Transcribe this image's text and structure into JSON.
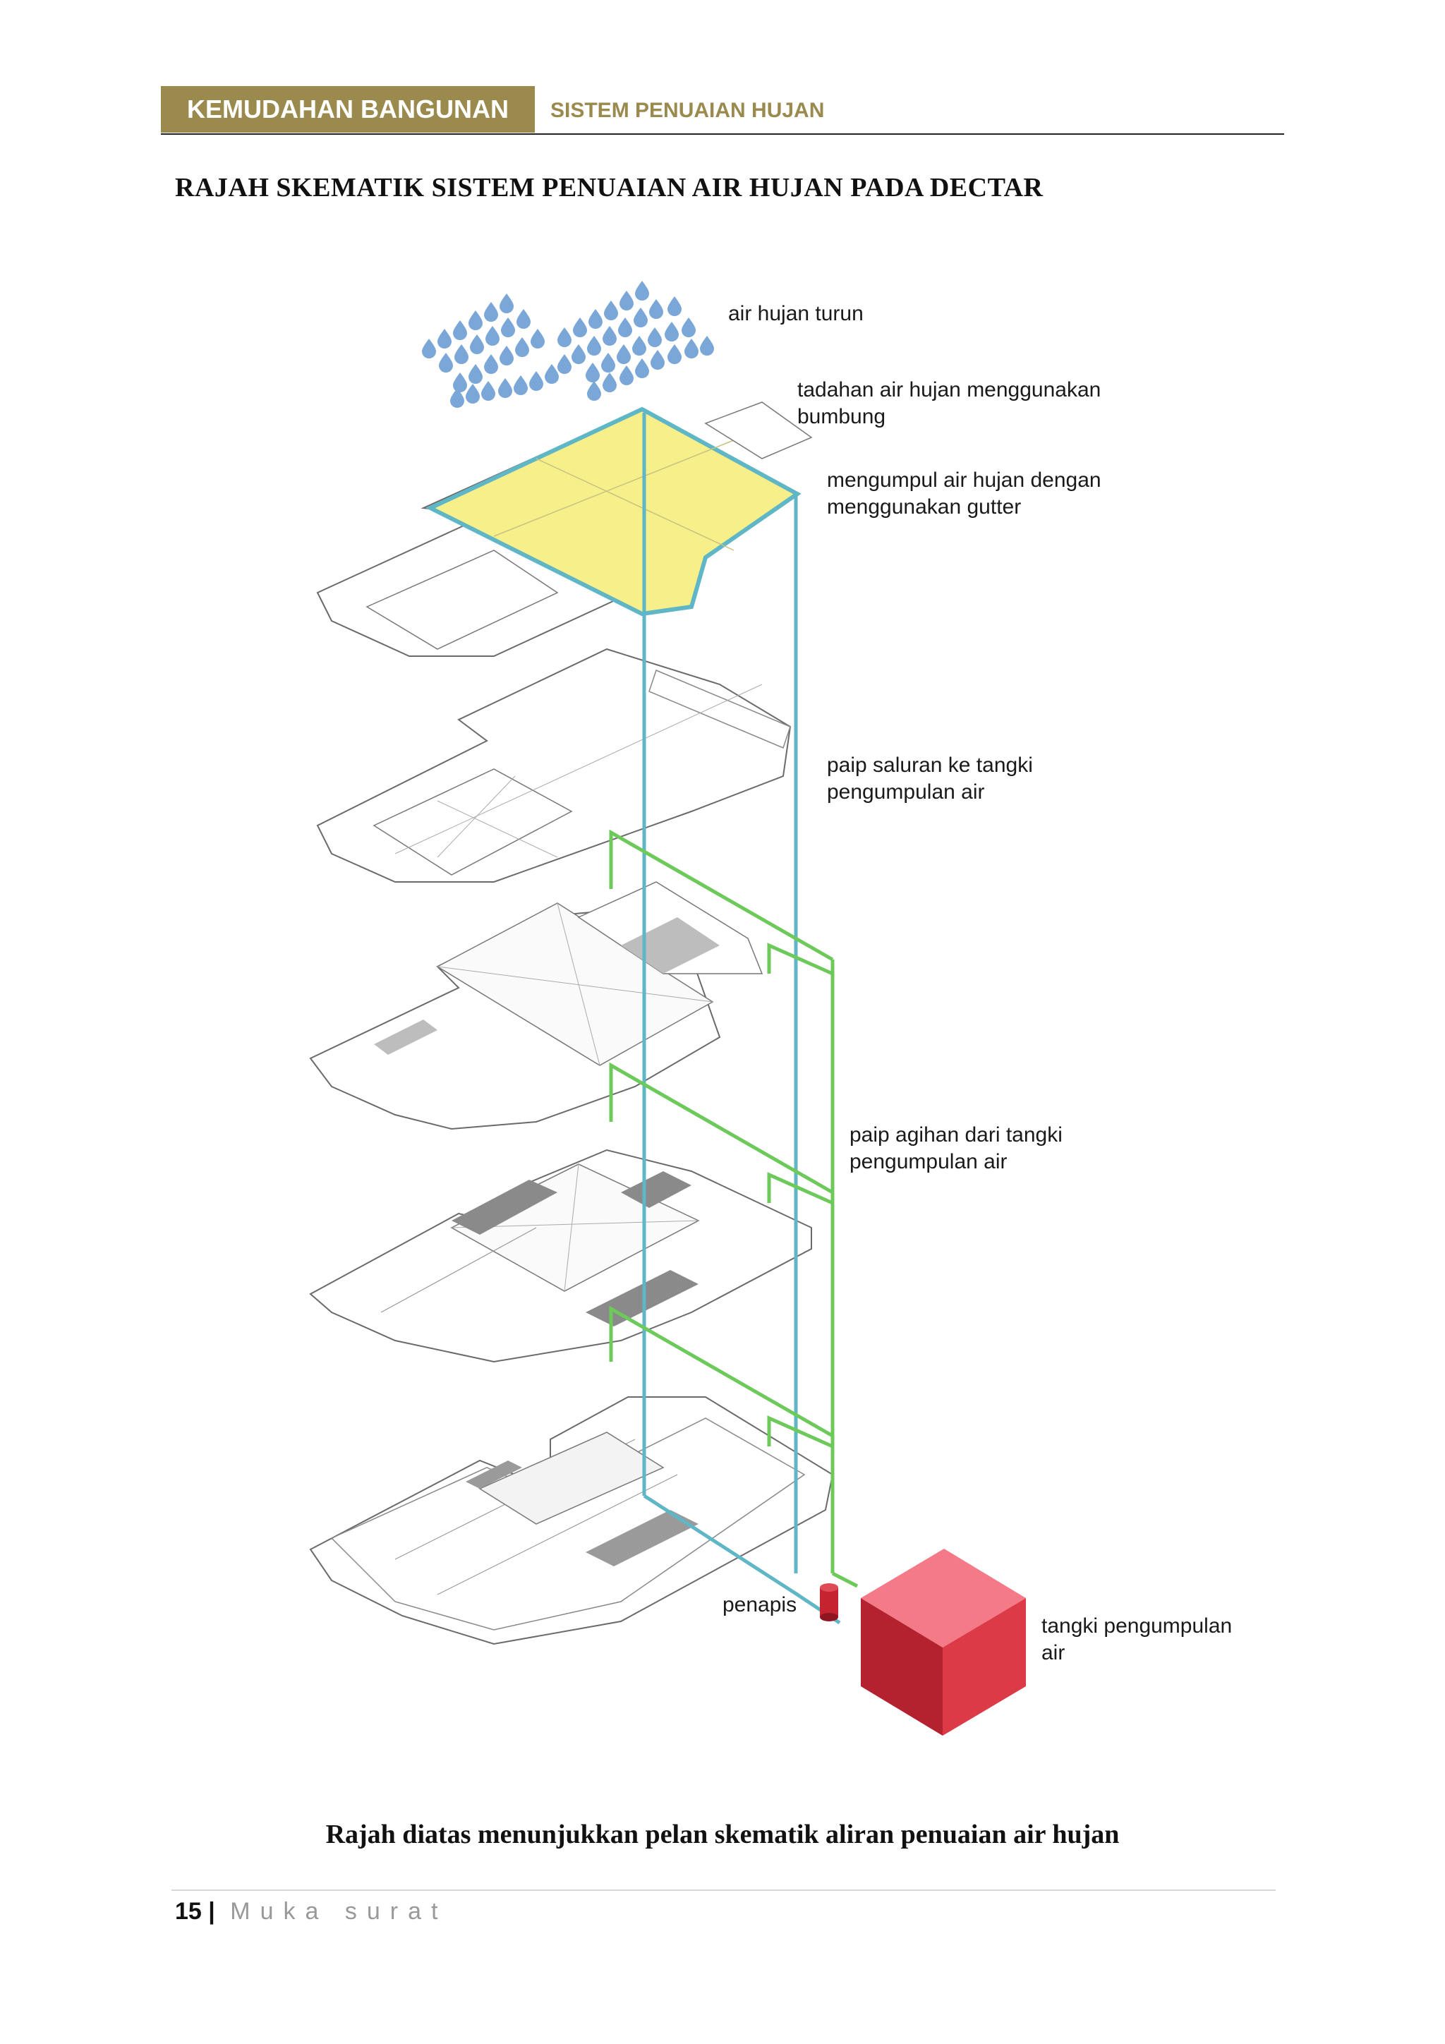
{
  "header": {
    "section": "KEMUDAHAN BANGUNAN",
    "subsection": "SISTEM PENUAIAN HUJAN"
  },
  "title": "RAJAH SKEMATIK SISTEM PENUAIAN AIR HUJAN PADA DECTAR",
  "labels": {
    "rain": "air hujan turun",
    "roof_1": "tadahan air hujan menggunakan",
    "roof_2": "bumbung",
    "gutter_1": "mengumpul air hujan dengan",
    "gutter_2": "menggunakan gutter",
    "pipe_in_1": "paip saluran ke tangki",
    "pipe_in_2": "pengumpulan air",
    "pipe_out_1": "paip agihan dari tangki",
    "pipe_out_2": "pengumpulan air",
    "filter": "penapis",
    "tank_1": "tangki pengumpulan",
    "tank_2": "air"
  },
  "colors": {
    "header_bg": "#9b8a4e",
    "collection_pipe": "#5fb6c6",
    "distribution_pipe": "#6cc95a",
    "roof_catchment": "#f7f08a",
    "tank": "#e0404c"
  },
  "caption": "Rajah diatas menunjukkan pelan skematik aliran penuaian air hujan",
  "footer": {
    "page_number": "15",
    "separator": "|",
    "text": "Muka surat"
  }
}
